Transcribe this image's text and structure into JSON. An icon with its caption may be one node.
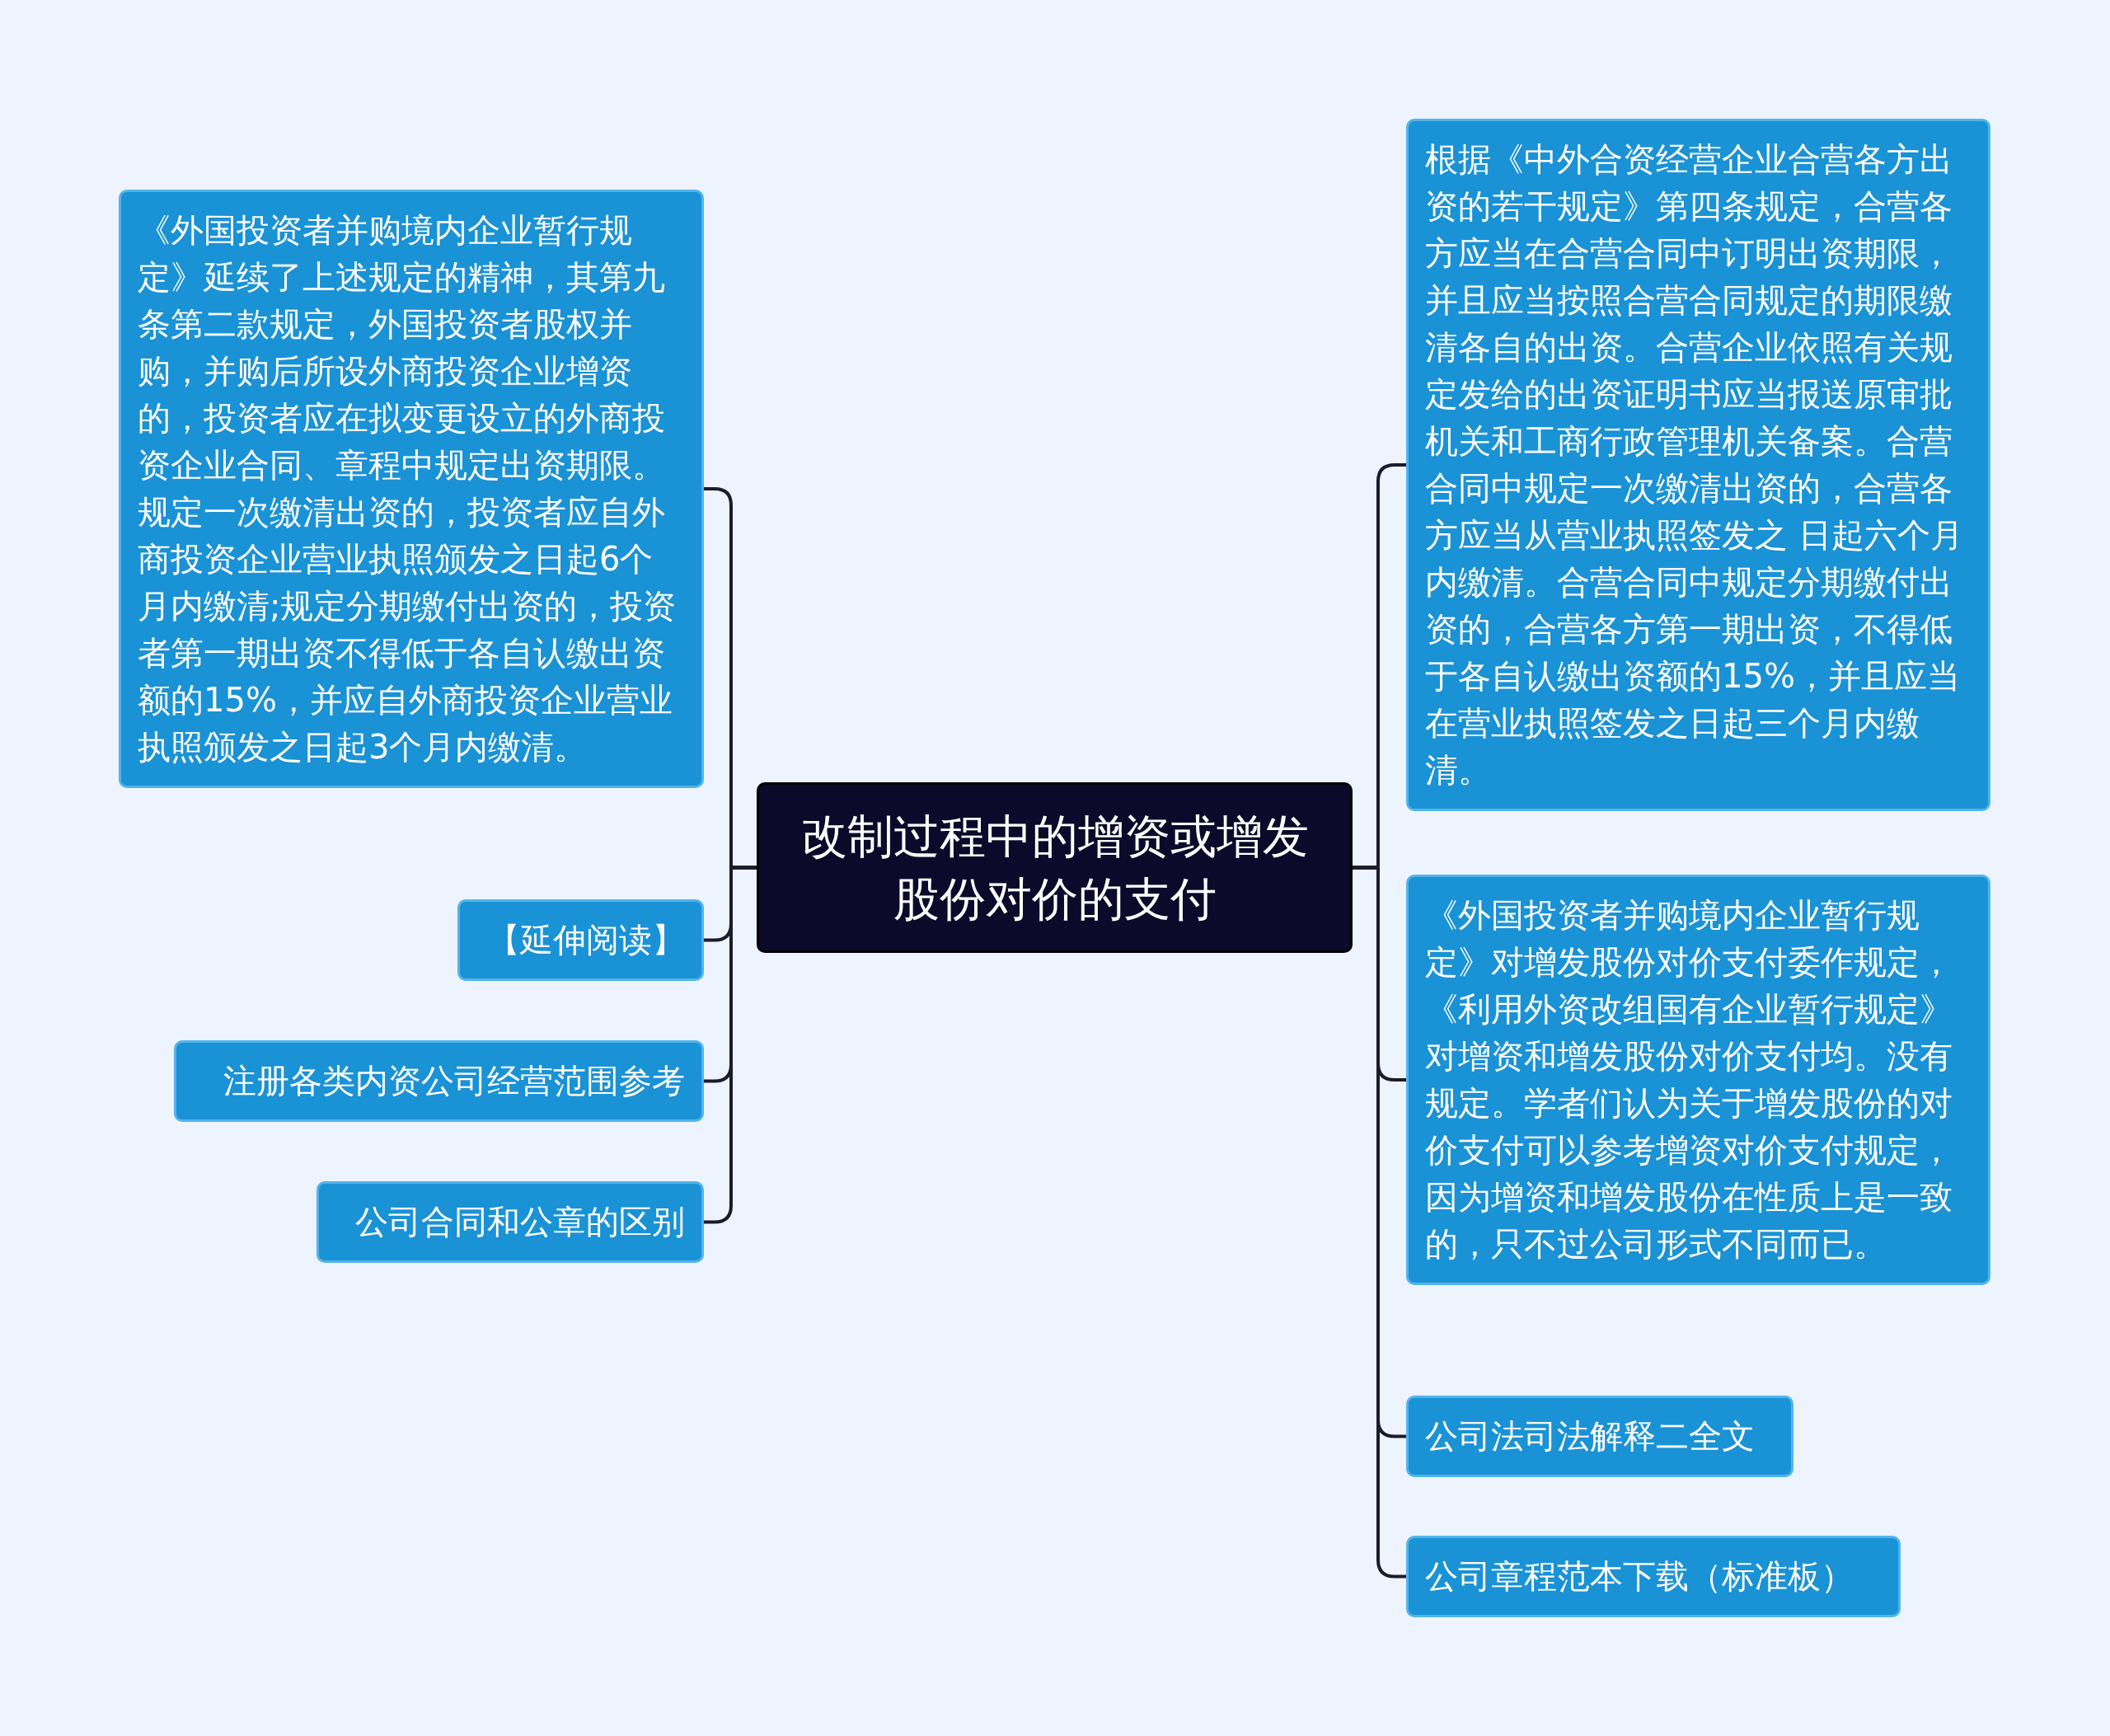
{
  "diagram": {
    "nodes": [
      {
        "text": [
          "改制过程中的增资或增发股份对价的支付"
        ]
      },
      {
        "text": [
          "《外国投资者并购境内企业暂行规定》延续了上述规定的精神，其第九条第二款规定，外国投资者股权并购，并购后所设外商投资企业增资的，投资者应在拟变更设立的外商投资企业合同、章程中规定出资期限。规定一次缴清出资的，投资者应自外商投资企业营业执照颁发之日起6个月内缴清;规定分期缴付出资的，投资者第一期出资不得低于各自认缴出资额的15%，并应自外商投资企业营业执照颁发之日起3个月内缴清。"
        ]
      },
      {
        "text": [
          "【延伸阅读】"
        ]
      },
      {
        "text": [
          "注册各类内资公司经营范围参考"
        ]
      },
      {
        "text": [
          "公司合同和公章的区别"
        ]
      },
      {
        "text": [
          "根据《中外合资经营企业合营各方出资的若干规定》第四条规定，合营各方应当在合营合同中订明出资期限，并且应当按照合营合同规定的期限缴清各自的出资。合营企业依照有关规定发给的出资证明书应当报送原审批机关和工商行政管理机关备案。合营合同中规定一次缴清出资的，合营各方应当从营业执照签发之 日起六个月内缴清。合营合同中规定分期缴付出资的，合营各方第一期出资，不得低于各自认缴出资额的15%，并且应当在营业执照签发之日起三个月内缴清。"
        ]
      },
      {
        "text": [
          "《外国投资者并购境内企业暂行规定》对增发股份对价支付委作规定，《利用外资改组国有企业暂行规定》对增资和增发股份对价支付均。没有规定。学者们认为关于增发股份的对价支付可以参考增资对价支付规定，因为增资和增发股份在性质上是一致的，只不过公司形式不同而已。"
        ]
      },
      {
        "text": [
          "公司法司法解释二全文"
        ]
      },
      {
        "text": [
          "公司章程范本下载（标准板）"
        ]
      }
    ],
    "edges": [
      {
        "from": 0,
        "to": 1,
        "arrow": "none"
      },
      {
        "from": 0,
        "to": 2,
        "arrow": "none"
      },
      {
        "from": 0,
        "to": 3,
        "arrow": "none"
      },
      {
        "from": 0,
        "to": 4,
        "arrow": "none"
      },
      {
        "from": 0,
        "to": 5,
        "arrow": "none"
      },
      {
        "from": 0,
        "to": 6,
        "arrow": "none"
      },
      {
        "from": 0,
        "to": 7,
        "arrow": "none"
      },
      {
        "from": 0,
        "to": 8,
        "arrow": "none"
      }
    ]
  }
}
